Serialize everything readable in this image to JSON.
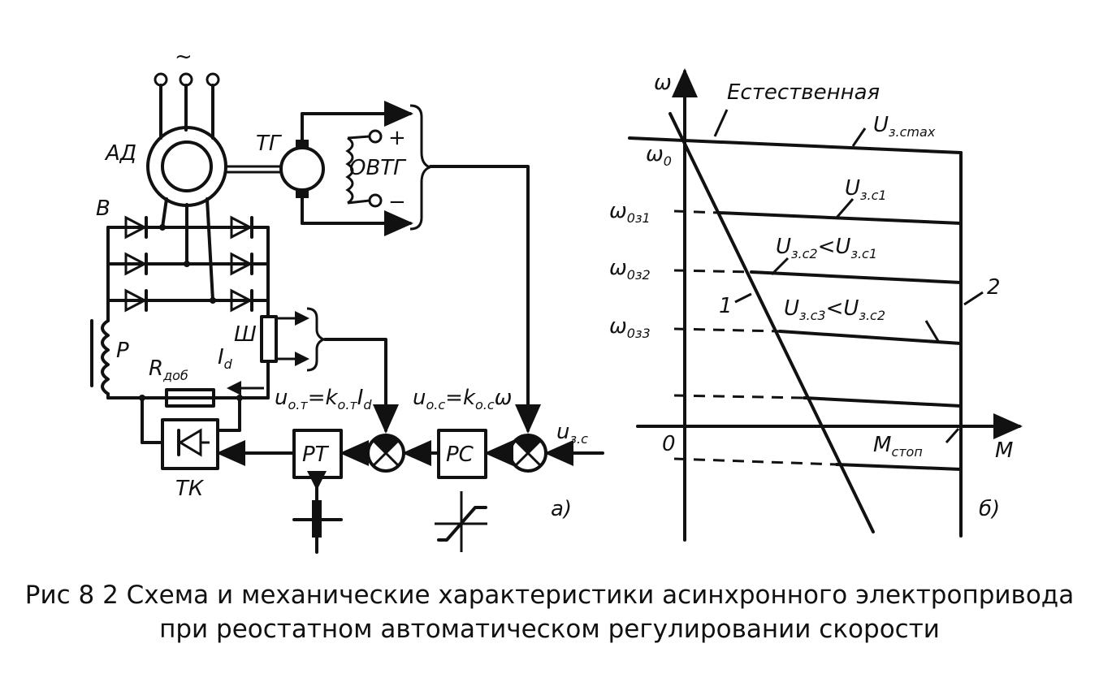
{
  "circuit": {
    "supply_symbol": "~",
    "motor_label": "АД",
    "tachogen_label": "ТГ",
    "field_winding_label": "ОВТГ",
    "plus_sign": "+",
    "minus_sign": "−",
    "rectifier_label": "В",
    "reactor_label": "Р",
    "shunt_label": "Ш",
    "resistor_label": "R",
    "resistor_sub": "доб",
    "current_label": "I",
    "current_sub": "d",
    "current_fb_formula": "u",
    "current_fb_sub": "о.т",
    "current_fb_rest": "=k",
    "current_fb_sub2": "о.т",
    "current_fb_end": "I",
    "current_fb_end_sub": "d",
    "speed_fb_formula": "u",
    "speed_fb_sub": "о.с",
    "speed_fb_rest": "=k",
    "speed_fb_sub2": "о.с",
    "speed_fb_end": "ω",
    "reference_label": "u",
    "reference_sub": "з.с",
    "current_regulator_label": "РТ",
    "speed_regulator_label": "РС",
    "thyristor_key_label": "ТК",
    "panel_tag": "а)"
  },
  "graph": {
    "y_axis_label": "ω",
    "x_axis_label": "M",
    "origin_label": "0",
    "natural_label": "Естественная",
    "u_max_label": "U",
    "u_max_sub": "з.cmax",
    "u1_label": "U",
    "u1_sub": "з.c1",
    "u2_label": "U",
    "u2_sub": "з.c2",
    "u2_cmp": "<U",
    "u2_cmp_sub": "з.c1",
    "u3_label": "U",
    "u3_sub": "з.c3",
    "u3_cmp": "<U",
    "u3_cmp_sub": "з.c2",
    "w0_label": "ω",
    "w0_sub": "0",
    "w01_label": "ω",
    "w01_sub": "0з1",
    "w02_label": "ω",
    "w02_sub": "0з2",
    "w03_label": "ω",
    "w03_sub": "0з3",
    "m_stop_label": "M",
    "m_stop_sub": "стоп",
    "curve1_label": "1",
    "curve2_label": "2",
    "panel_tag": "б)"
  },
  "caption": {
    "line1": "Рис  8 2  Схема и механические характеристики асинхронного электропривода",
    "line2": "при реостатном автоматическом регулировании скорости"
  }
}
